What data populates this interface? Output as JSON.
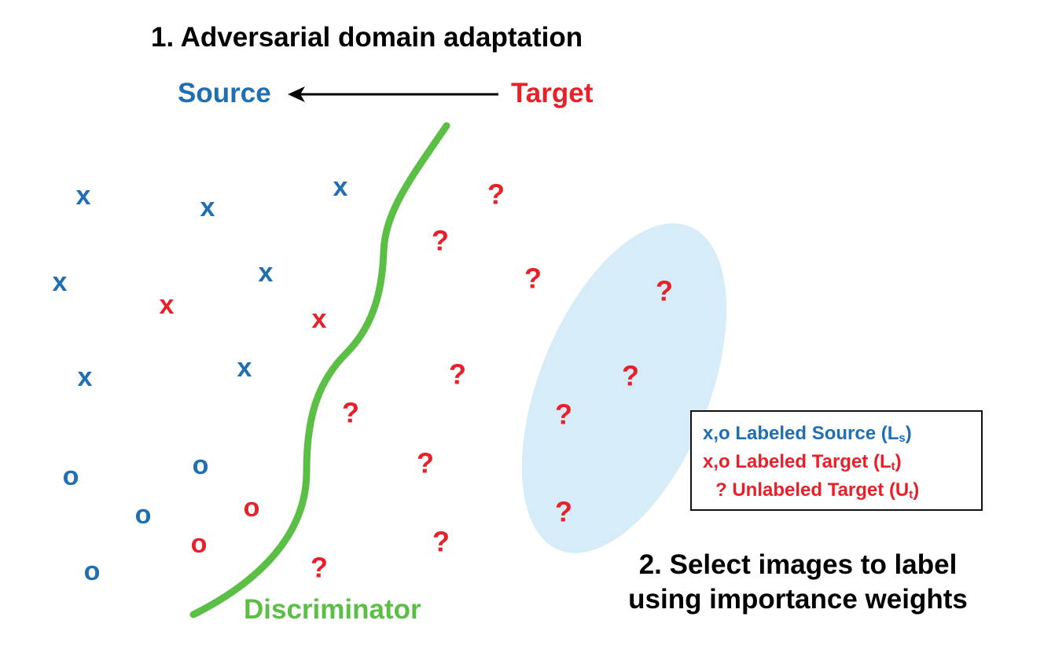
{
  "colors": {
    "source": "#1f6fb2",
    "target": "#e8202a",
    "discriminator": "#5bbf45",
    "ellipse": "#d6edf9",
    "text": "#000000"
  },
  "title_top": "1. Adversarial domain adaptation",
  "source_label": "Source",
  "target_label": "Target",
  "discriminator_label": "Discriminator",
  "title_bottom": {
    "line1": "2. Select images to label",
    "line2": "using importance weights"
  },
  "legend": {
    "row1": {
      "symbols": "x,o",
      "text": "Labeled Source (L",
      "sub": "s",
      "close": ")"
    },
    "row2": {
      "symbols": "x,o",
      "text": "Labeled Target (L",
      "sub": "t",
      "close": ")"
    },
    "row3": {
      "symbols": "?",
      "text": "Unlabeled Target (U",
      "sub": "t",
      "close": ")"
    }
  },
  "points": {
    "source_x": [
      {
        "glyph": "x"
      },
      {
        "glyph": "x"
      },
      {
        "glyph": "x"
      },
      {
        "glyph": "x"
      },
      {
        "glyph": "x"
      },
      {
        "glyph": "x"
      },
      {
        "glyph": "x"
      }
    ],
    "source_o": [
      {
        "glyph": "o"
      },
      {
        "glyph": "o"
      },
      {
        "glyph": "o"
      },
      {
        "glyph": "o"
      }
    ],
    "target_x": [
      {
        "glyph": "x"
      },
      {
        "glyph": "x"
      }
    ],
    "target_o": [
      {
        "glyph": "o"
      },
      {
        "glyph": "o"
      }
    ],
    "unlabeled": [
      {
        "glyph": "?"
      },
      {
        "glyph": "?"
      },
      {
        "glyph": "?"
      },
      {
        "glyph": "?"
      },
      {
        "glyph": "?"
      },
      {
        "glyph": "?"
      },
      {
        "glyph": "?"
      },
      {
        "glyph": "?"
      },
      {
        "glyph": "?"
      },
      {
        "glyph": "?"
      },
      {
        "glyph": "?"
      },
      {
        "glyph": "?"
      }
    ]
  }
}
